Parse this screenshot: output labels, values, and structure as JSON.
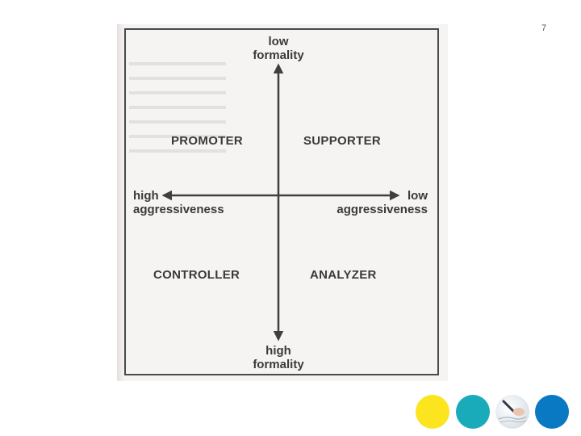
{
  "slide": {
    "page_number": "7"
  },
  "diagram": {
    "axes": {
      "top": {
        "line1": "low",
        "line2": "formality"
      },
      "bottom": {
        "line1": "high",
        "line2": "formality"
      },
      "left": {
        "line1": "high",
        "line2": "aggressiveness"
      },
      "right": {
        "line1": "low",
        "line2": "aggressiveness"
      }
    },
    "quadrants": {
      "top_left": "PROMOTER",
      "top_right": "SUPPORTER",
      "bottom_left": "CONTROLLER",
      "bottom_right": "ANALYZER"
    }
  },
  "decor": {
    "colors": {
      "yellow": "#FCE51F",
      "teal": "#1AABBB",
      "blue": "#0A79C4"
    },
    "photo_icon": "pen-writing-icon"
  }
}
